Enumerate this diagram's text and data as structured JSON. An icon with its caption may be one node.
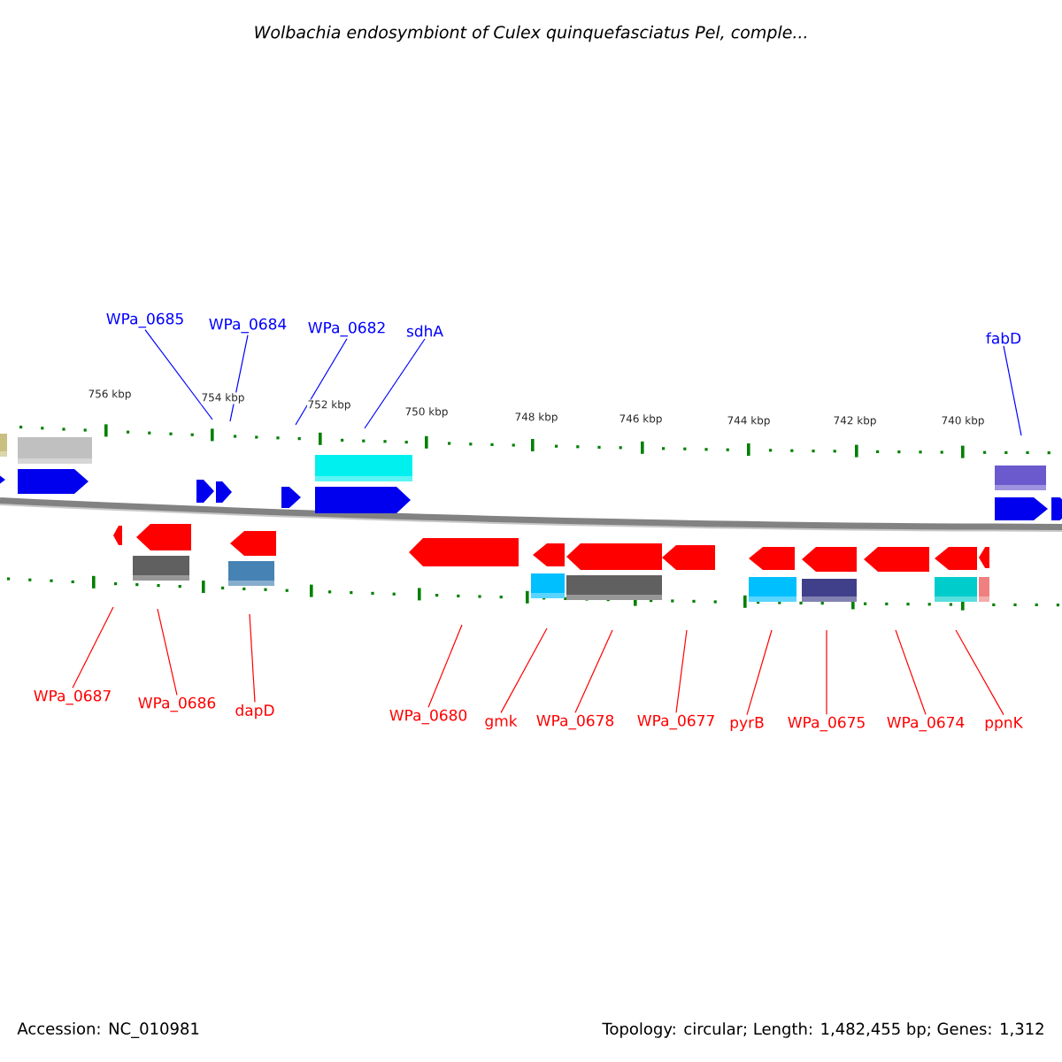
{
  "diagram": {
    "title": "Wolbachia endosymbiont of Culex quinquefasciatus Pel, comple...",
    "nodes": [
      {
        "text": [
          "WPa_0685"
        ]
      },
      {
        "text": [
          "WPa_0684"
        ]
      },
      {
        "text": [
          "WPa_0682"
        ]
      },
      {
        "text": [
          "sdhA"
        ]
      },
      {
        "text": [
          "fabD"
        ]
      },
      {
        "text": [
          "WPa_0687"
        ]
      },
      {
        "text": [
          "WPa_0686"
        ]
      },
      {
        "text": [
          "dapD"
        ]
      },
      {
        "text": [
          "WPa_0680"
        ]
      },
      {
        "text": [
          "gmk"
        ]
      },
      {
        "text": [
          "WPa_0678"
        ]
      },
      {
        "text": [
          "WPa_0677"
        ]
      },
      {
        "text": [
          "pyrB"
        ]
      },
      {
        "text": [
          "WPa_0675"
        ]
      },
      {
        "text": [
          "WPa_0674"
        ]
      },
      {
        "text": [
          "ppnK"
        ]
      }
    ],
    "edges": [
      {
        "from": 0,
        "to": null,
        "arrow": "none",
        "color": "#0000ff"
      },
      {
        "from": 1,
        "to": null,
        "arrow": "none",
        "color": "#0000ff"
      },
      {
        "from": 2,
        "to": null,
        "arrow": "none",
        "color": "#0000ff"
      },
      {
        "from": 3,
        "to": null,
        "arrow": "none",
        "color": "#0000ff"
      },
      {
        "from": 4,
        "to": null,
        "arrow": "none",
        "color": "#0000ff"
      },
      {
        "from": 5,
        "to": null,
        "arrow": "none"
      },
      {
        "from": 6,
        "to": null,
        "arrow": "none"
      },
      {
        "from": 7,
        "to": null,
        "arrow": "none"
      },
      {
        "from": 8,
        "to": null,
        "arrow": "none"
      },
      {
        "from": 9,
        "to": null,
        "arrow": "none"
      },
      {
        "from": 10,
        "to": null,
        "arrow": "none"
      },
      {
        "from": 11,
        "to": null,
        "arrow": "none"
      },
      {
        "from": 12,
        "to": null,
        "arrow": "none"
      },
      {
        "from": 13,
        "to": null,
        "arrow": "none"
      },
      {
        "from": 14,
        "to": null,
        "arrow": "none"
      },
      {
        "from": 15,
        "to": null,
        "arrow": "none"
      }
    ],
    "labels": [
      "756 kbp",
      "754 kbp",
      "752 kbp",
      "750 kbp",
      "748 kbp",
      "746 kbp",
      "744 kbp",
      "742 kbp",
      "740 kbp",
      "Accession: NC_010981",
      "Topology: circular; Length: 1,482,455 bp; Genes: 1,312"
    ]
  }
}
